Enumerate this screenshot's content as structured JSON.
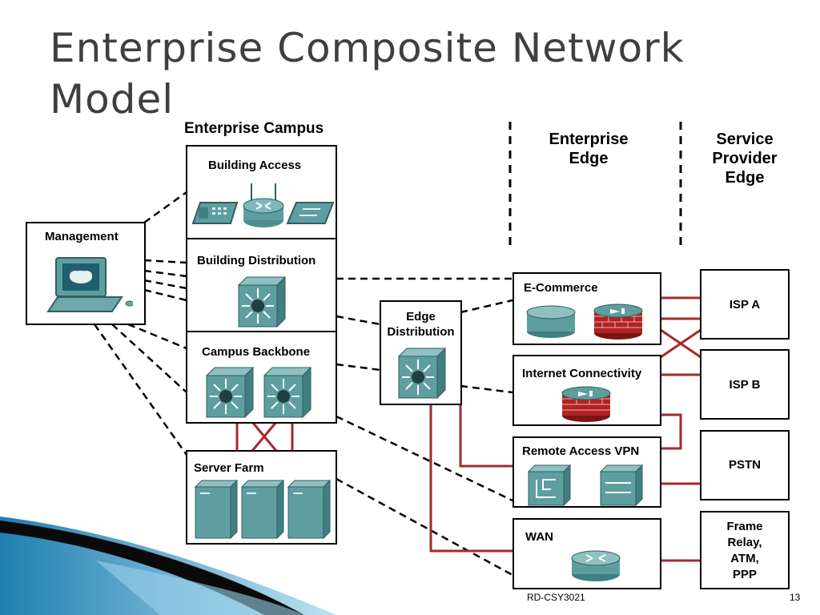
{
  "slide": {
    "title_line1": "Enterprise Composite Network",
    "title_line2": "Model",
    "footer_left": "RD-CSY3021",
    "footer_right": "13"
  },
  "headers": {
    "enterprise_campus": "Enterprise Campus",
    "enterprise_edge_line1": "Enterprise",
    "enterprise_edge_line2": "Edge",
    "sp_edge_line1": "Service",
    "sp_edge_line2": "Provider",
    "sp_edge_line3": "Edge"
  },
  "campus": {
    "management": "Management",
    "building_access": "Building Access",
    "building_distribution": "Building Distribution",
    "campus_backbone": "Campus Backbone",
    "server_farm": "Server Farm"
  },
  "edge": {
    "edge_distribution_line1": "Edge",
    "edge_distribution_line2": "Distribution",
    "ecommerce": "E-Commerce",
    "internet_connectivity": "Internet Connectivity",
    "remote_access_vpn": "Remote Access VPN",
    "wan": "WAN"
  },
  "provider": {
    "isp_a": "ISP A",
    "isp_b": "ISP B",
    "pstn": "PSTN",
    "frame_line1": "Frame",
    "frame_line2": "Relay,",
    "frame_line3": "ATM,",
    "frame_line4": "PPP"
  },
  "colors": {
    "device_teal": "#5f9ea0",
    "link_red": "#a52a2a",
    "firewall_red": "#b22222",
    "title_gray": "#3f3f3f",
    "swoosh_blue": "#2a8fc0"
  }
}
